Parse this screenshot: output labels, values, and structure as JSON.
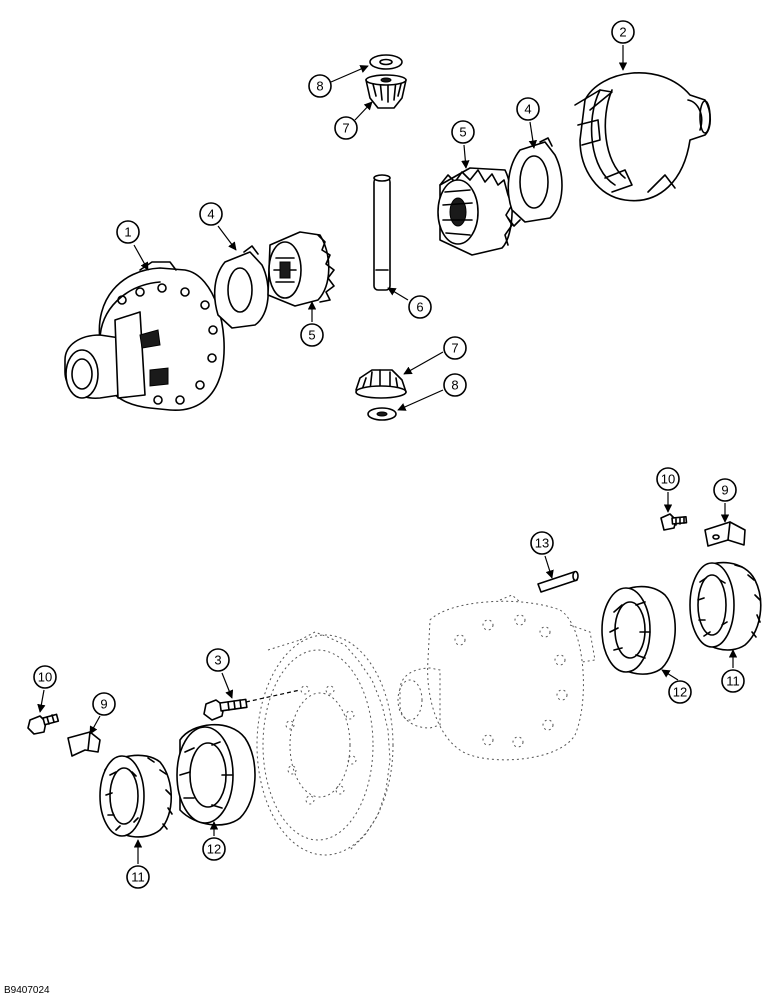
{
  "figure_reference": "B9407024",
  "callouts": [
    "1",
    "2",
    "3",
    "4",
    "4",
    "5",
    "5",
    "6",
    "7",
    "7",
    "8",
    "8",
    "9",
    "9",
    "10",
    "10",
    "11",
    "11",
    "12",
    "12",
    "13"
  ]
}
